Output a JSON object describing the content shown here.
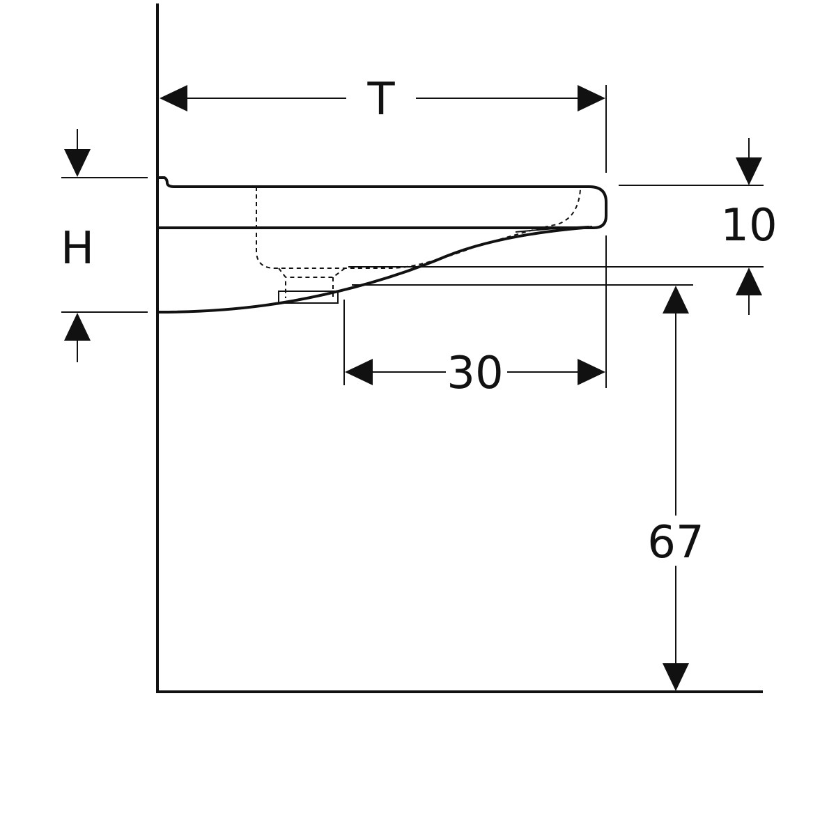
{
  "dimensions": {
    "depth_label": "T",
    "height_label": "H",
    "rim_thickness": "10",
    "waste_offset": "30",
    "floor_to_base": "67"
  }
}
